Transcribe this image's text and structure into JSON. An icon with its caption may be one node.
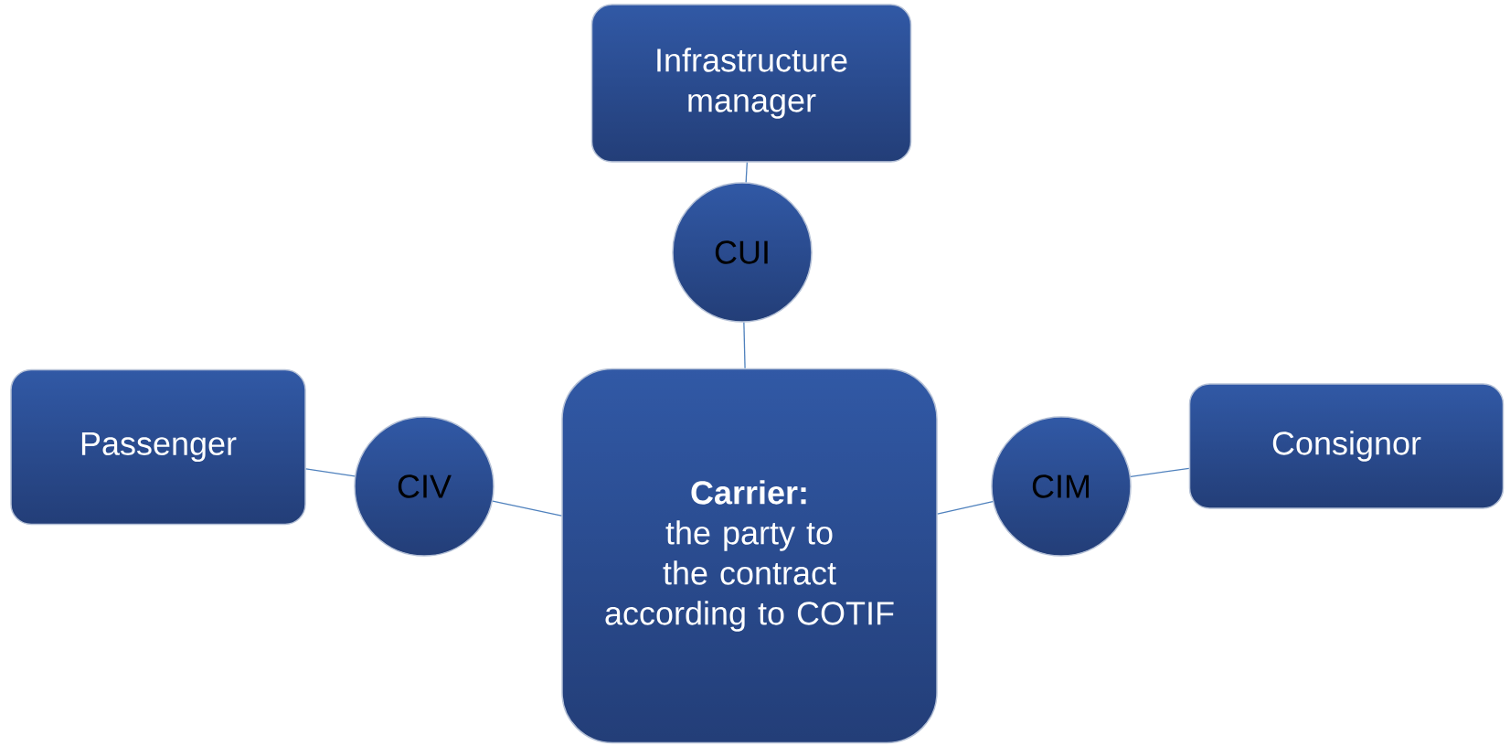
{
  "diagram": {
    "nodes": [
      {
        "text": [
          "Infrastructure manager"
        ]
      },
      {
        "text": [
          "CUI"
        ]
      },
      {
        "text": [
          "Passenger"
        ]
      },
      {
        "text": [
          "CIV"
        ]
      },
      {
        "text": [
          "Carrier:",
          "the party to the contract according to COTIF"
        ]
      },
      {
        "text": [
          "CIM"
        ]
      },
      {
        "text": [
          "Consignor"
        ]
      }
    ],
    "edges": [
      {
        "from": 0,
        "to": 1,
        "arrow": "none"
      },
      {
        "from": 1,
        "to": 4,
        "arrow": "none"
      },
      {
        "from": 2,
        "to": 3,
        "arrow": "none"
      },
      {
        "from": 3,
        "to": 4,
        "arrow": "none"
      },
      {
        "from": 4,
        "to": 5,
        "arrow": "none"
      },
      {
        "from": 5,
        "to": 6,
        "arrow": "none"
      }
    ]
  }
}
